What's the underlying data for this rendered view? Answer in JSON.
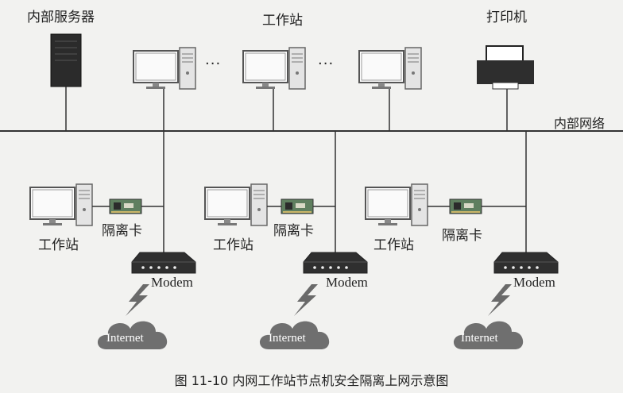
{
  "labels": {
    "internal_server": "内部服务器",
    "workstation_top": "工作站",
    "printer": "打印机",
    "internal_network": "内部网络",
    "ellipsis": "···",
    "workstation": "工作站",
    "isolation_card": "隔离卡",
    "modem": "Modem",
    "internet": "Internet"
  },
  "caption": "图 11-10   内网工作站节点机安全隔离上网示意图",
  "colors": {
    "line": "#333333",
    "cloud": "#6f6f6f",
    "device_dark": "#2f2f2f",
    "background": "#f2f2f0"
  }
}
